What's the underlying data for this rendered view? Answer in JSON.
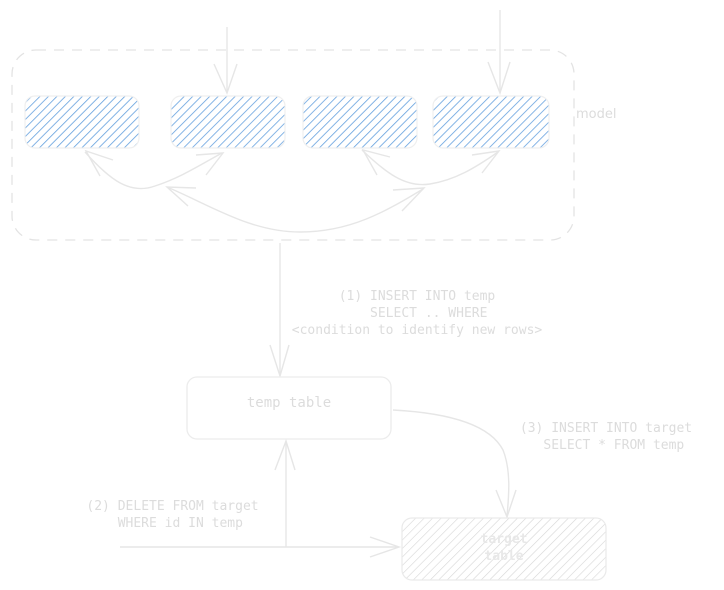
{
  "colors": {
    "stroke": "#e6e6e6",
    "dash": "#e3e3e3",
    "text": "#dcdcdc",
    "hatch_blue": "#4a90d9",
    "hatch_grey": "#cfcfcf"
  },
  "group": {
    "label": "model"
  },
  "model_nodes": [
    {
      "id": "node-1",
      "label": ""
    },
    {
      "id": "node-2",
      "label": ""
    },
    {
      "id": "node-3",
      "label": ""
    },
    {
      "id": "node-4",
      "label": ""
    }
  ],
  "temp_table": {
    "label": "temp table"
  },
  "target_table": {
    "label": "target\ntable"
  },
  "steps": {
    "step1": "(1) INSERT INTO temp\n   SELECT .. WHERE\n<condition to identify new rows>",
    "step2": "(2) DELETE FROM target\n  WHERE id IN temp",
    "step3": "(3) INSERT INTO target\n  SELECT * FROM temp"
  }
}
